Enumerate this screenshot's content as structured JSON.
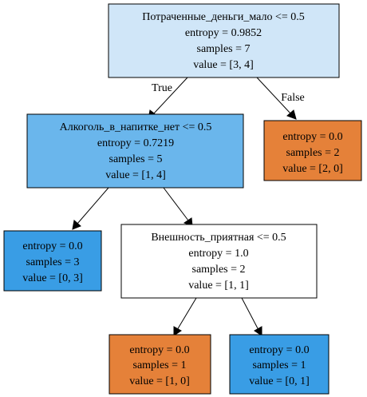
{
  "tree": {
    "colors": {
      "root": "#d0e6f8",
      "alcohol": "#6ab6ec",
      "appearance": "#ffffff",
      "false_leaf": "#e58139",
      "leaf_blue": "#399de5",
      "leaf_orange": "#e58139"
    },
    "edge_labels": {
      "true": "True",
      "false": "False"
    },
    "nodes": {
      "root": {
        "condition": "Потраченные_деньги_мало <= 0.5",
        "entropy": "entropy = 0.9852",
        "samples": "samples = 7",
        "value": "value = [3, 4]"
      },
      "alcohol": {
        "condition": "Алкоголь_в_напитке_нет <= 0.5",
        "entropy": "entropy = 0.7219",
        "samples": "samples = 5",
        "value": "value = [1, 4]"
      },
      "false_leaf": {
        "entropy": "entropy = 0.0",
        "samples": "samples = 2",
        "value": "value = [2, 0]"
      },
      "left_leaf": {
        "entropy": "entropy = 0.0",
        "samples": "samples = 3",
        "value": "value = [0, 3]"
      },
      "appearance": {
        "condition": "Внешность_приятная <= 0.5",
        "entropy": "entropy = 1.0",
        "samples": "samples = 2",
        "value": "value = [1, 1]"
      },
      "bottom_left_leaf": {
        "entropy": "entropy = 0.0",
        "samples": "samples = 1",
        "value": "value = [1, 0]"
      },
      "bottom_right_leaf": {
        "entropy": "entropy = 0.0",
        "samples": "samples = 1",
        "value": "value = [0, 1]"
      }
    }
  }
}
